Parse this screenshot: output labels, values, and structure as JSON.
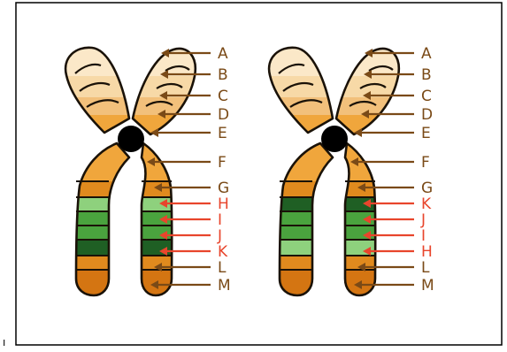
{
  "caption_mark": "ı",
  "colors": {
    "frame": "#000000",
    "outline": "#1a1208",
    "centromere": "#000000",
    "arrow_brown": "#7a4a17",
    "arrow_red": "#e8452c",
    "band_cream": "#fbe8c8",
    "band_light": "#f7d9a7",
    "band_tan": "#f2c07b",
    "band_orange": "#f0a63c",
    "band_deep": "#e08a1e",
    "band_burnt": "#d47512",
    "green_light": "#8ed17d",
    "green_mid": "#4aa33e",
    "green_dark": "#1f5f24"
  },
  "chromosomes": [
    {
      "id": "normal",
      "labels": [
        {
          "text": "A",
          "color": "brown"
        },
        {
          "text": "B",
          "color": "brown"
        },
        {
          "text": "C",
          "color": "brown"
        },
        {
          "text": "D",
          "color": "brown"
        },
        {
          "text": "E",
          "color": "brown"
        },
        {
          "text": "F",
          "color": "brown"
        },
        {
          "text": "G",
          "color": "brown"
        },
        {
          "text": "H",
          "color": "red"
        },
        {
          "text": "I",
          "color": "red"
        },
        {
          "text": "J",
          "color": "red"
        },
        {
          "text": "K",
          "color": "red"
        },
        {
          "text": "L",
          "color": "brown"
        },
        {
          "text": "M",
          "color": "brown"
        }
      ],
      "green_bands": [
        "light",
        "mid",
        "mid",
        "dark"
      ]
    },
    {
      "id": "inverted",
      "labels": [
        {
          "text": "A",
          "color": "brown"
        },
        {
          "text": "B",
          "color": "brown"
        },
        {
          "text": "C",
          "color": "brown"
        },
        {
          "text": "D",
          "color": "brown"
        },
        {
          "text": "E",
          "color": "brown"
        },
        {
          "text": "F",
          "color": "brown"
        },
        {
          "text": "G",
          "color": "brown"
        },
        {
          "text": "K",
          "color": "red"
        },
        {
          "text": "J",
          "color": "red"
        },
        {
          "text": "I",
          "color": "red"
        },
        {
          "text": "H",
          "color": "red"
        },
        {
          "text": "L",
          "color": "brown"
        },
        {
          "text": "M",
          "color": "brown"
        }
      ],
      "green_bands": [
        "dark",
        "mid",
        "mid",
        "light"
      ]
    }
  ]
}
